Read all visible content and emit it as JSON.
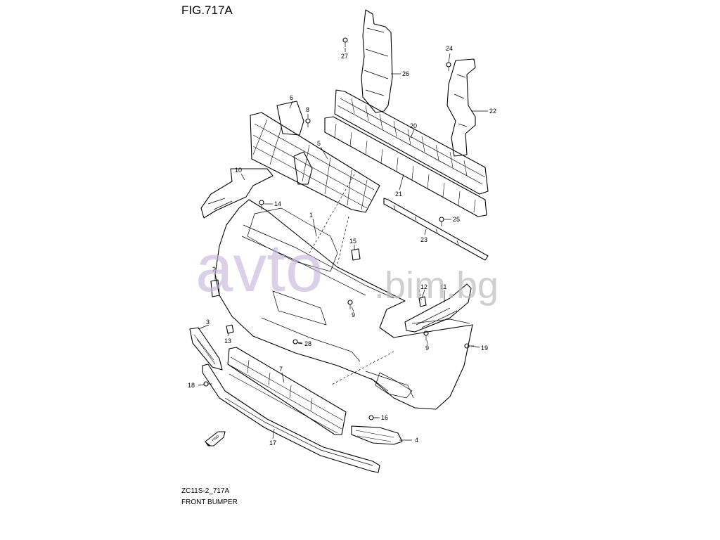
{
  "figure": {
    "title": "FIG.717A",
    "code": "ZC11S-2_717A",
    "caption": "FRONT BUMPER",
    "fwd_label": "FWD"
  },
  "watermark": {
    "brand": "avto",
    "domain": ".bim.bg",
    "brand_color": "#c8b7dd",
    "domain_color": "#bcbcbc"
  },
  "callouts": {
    "c1": "1",
    "c2": "2",
    "c3": "3",
    "c4": "4",
    "c5": "5",
    "c6": "6",
    "c7": "7",
    "c8": "8",
    "c9a": "9",
    "c9b": "9",
    "c10": "10",
    "c11": "11",
    "c12": "12",
    "c13": "13",
    "c14": "14",
    "c15": "15",
    "c16": "16",
    "c17": "17",
    "c18": "18",
    "c19": "19",
    "c20": "20",
    "c21": "21",
    "c22": "22",
    "c23": "23",
    "c24": "24",
    "c25": "25",
    "c26": "26",
    "c27": "27",
    "c28": "28"
  }
}
